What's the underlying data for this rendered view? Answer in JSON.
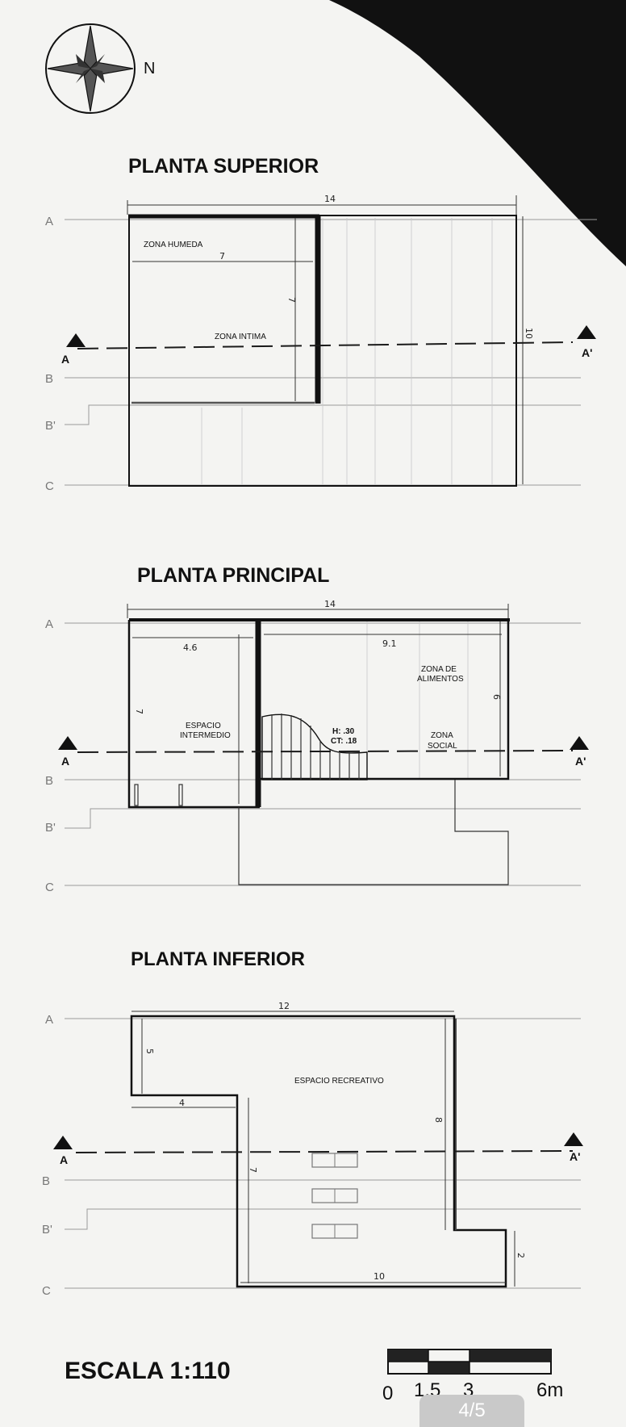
{
  "compass": {
    "north_label": "N"
  },
  "axes": {
    "A": "A",
    "B": "B",
    "B_prime": "B'",
    "C": "C"
  },
  "section": {
    "left": "A",
    "right": "A'"
  },
  "plans": {
    "superior": {
      "title": "PLANTA SUPERIOR",
      "dims": {
        "width": "14",
        "inner_width": "7",
        "inner_height": "7",
        "height": "10"
      },
      "zones": {
        "wet": "ZONA HUMEDA",
        "intimate": "ZONA INTIMA"
      }
    },
    "principal": {
      "title": "PLANTA PRINCIPAL",
      "dims": {
        "width": "14",
        "left_width": "4.6",
        "right_width": "9.1",
        "left_height": "7",
        "right_height": "6"
      },
      "zones": {
        "food_line1": "ZONA DE",
        "food_line2": "ALIMENTOS",
        "intermediate_line1": "ESPACIO",
        "intermediate_line2": "INTERMEDIO",
        "social_line1": "ZONA",
        "social_line2": "SOCIAL",
        "level_h": "H: .30",
        "level_ct": "CT: .18"
      }
    },
    "inferior": {
      "title": "PLANTA INFERIOR",
      "dims": {
        "width_top": "12",
        "left_height": "5",
        "left_width": "4",
        "mid_height": "7",
        "right_height": "8",
        "bottom_width": "10",
        "step_height": "2"
      },
      "zones": {
        "recreational": "ESPACIO RECREATIVO"
      }
    }
  },
  "scale": {
    "title": "ESCALA 1:110",
    "ticks": [
      "0",
      "1.5",
      "3",
      "6m"
    ]
  },
  "page_indicator": "4/5"
}
